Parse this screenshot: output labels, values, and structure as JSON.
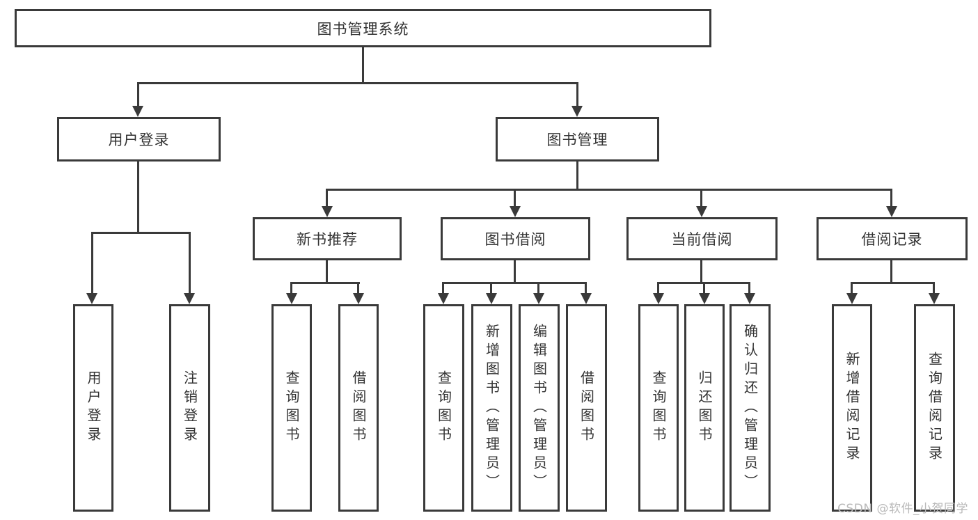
{
  "tree": {
    "label": "图书管理系统",
    "children": [
      {
        "label": "用户登录",
        "children": [
          {
            "label": "用户登录"
          },
          {
            "label": "注销登录"
          }
        ]
      },
      {
        "label": "图书管理",
        "children": [
          {
            "label": "新书推荐",
            "children": [
              {
                "label": "查询图书"
              },
              {
                "label": "借阅图书"
              }
            ]
          },
          {
            "label": "图书借阅",
            "children": [
              {
                "label": "查询图书"
              },
              {
                "label": "新增图书（管理员）"
              },
              {
                "label": "编辑图书（管理员）"
              },
              {
                "label": "借阅图书"
              }
            ]
          },
          {
            "label": "当前借阅",
            "children": [
              {
                "label": "查询图书"
              },
              {
                "label": "归还图书"
              },
              {
                "label": "确认归还（管理员）"
              }
            ]
          },
          {
            "label": "借阅记录",
            "children": [
              {
                "label": "新增借阅记录"
              },
              {
                "label": "查询借阅记录"
              }
            ]
          }
        ]
      }
    ]
  },
  "watermark": "CSDN @软件_小贺同学",
  "colors": {
    "line": "#3a3a3a",
    "text": "#333333",
    "background": "#ffffff",
    "watermark": "#b9b9b9"
  }
}
